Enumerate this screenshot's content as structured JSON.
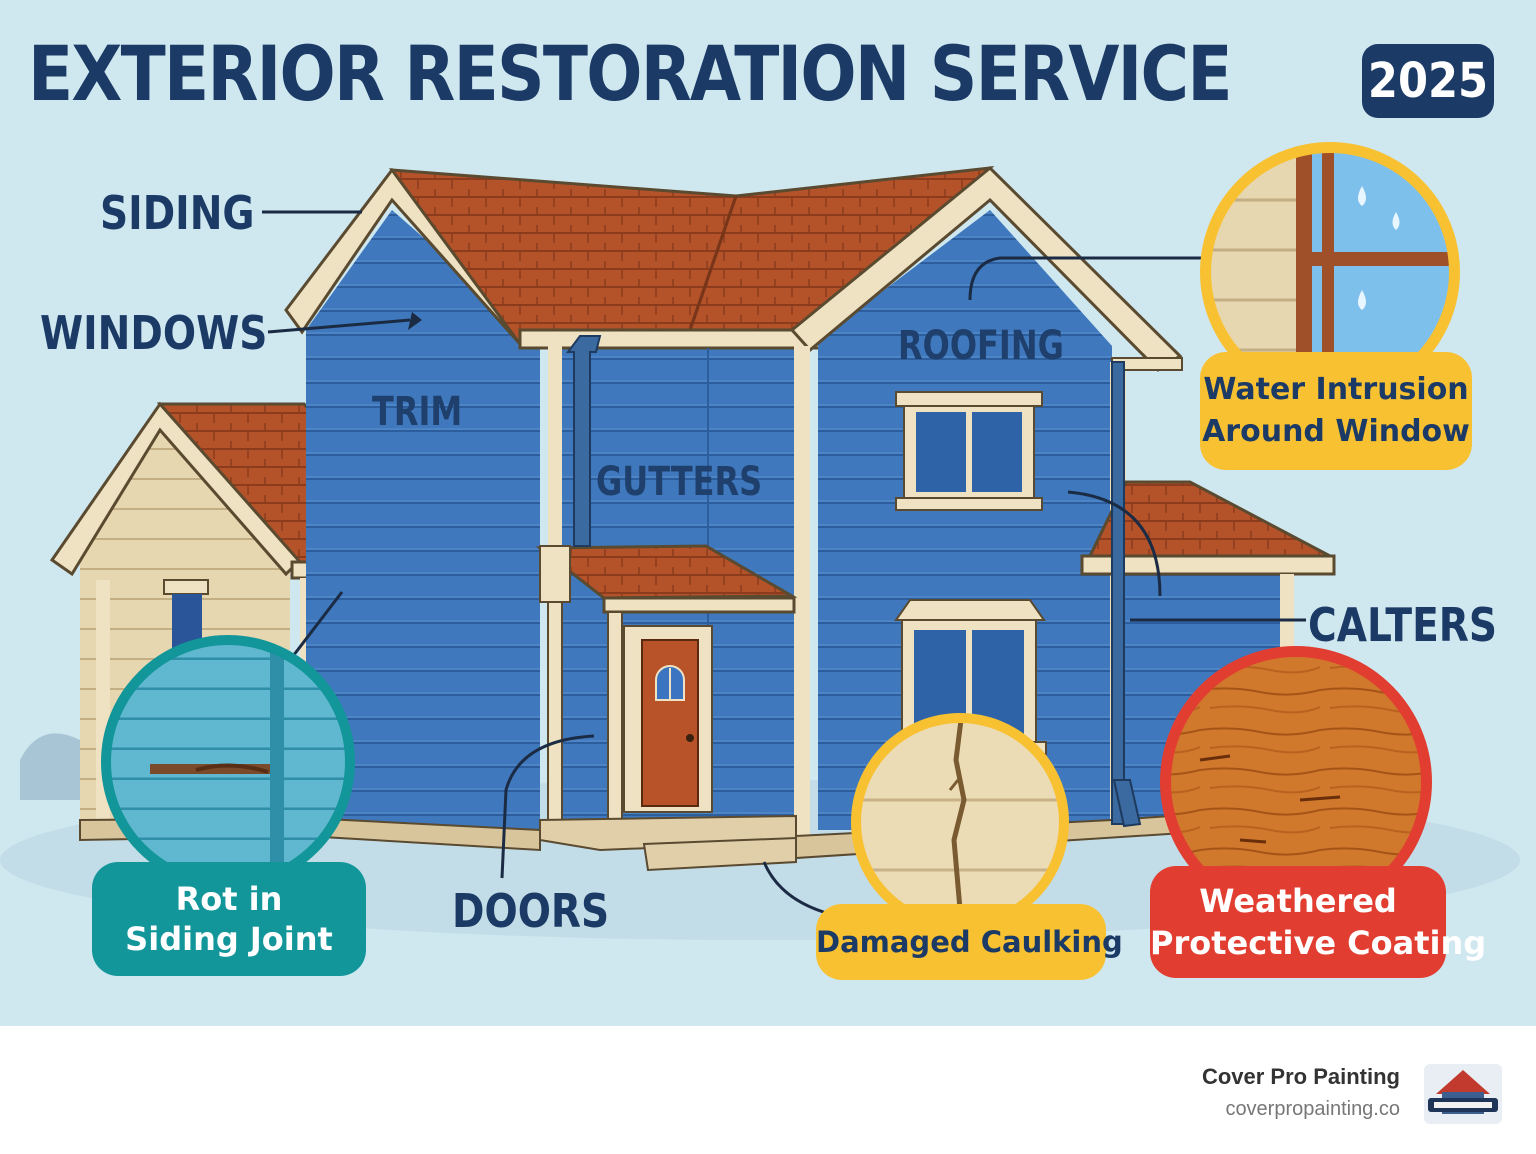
{
  "title": "EXTERIOR RESTORATION SERVICE",
  "year": "2025",
  "labels": {
    "siding": "SIDING",
    "windows": "WINDOWS",
    "trim": "TRIM",
    "gutters": "GUTTERS",
    "roofing": "ROOFING",
    "calters": "CALTERS",
    "doors": "DOORS"
  },
  "callouts": {
    "rot": [
      "Rot in",
      "Siding Joint"
    ],
    "water": [
      "Water Intrusion",
      "Around Window"
    ],
    "caulking": [
      "Damaged Caulking"
    ],
    "weathered": [
      "Weathered",
      "Protective Coating"
    ]
  },
  "footer": {
    "brand": "Cover Pro Painting",
    "url": "coverpropainting.co"
  },
  "colors": {
    "background": "#cfe7ef",
    "title": "#1b3a66",
    "siding": "#3f78bd",
    "roof": "#b4522a",
    "trim": "#efe2c2",
    "teal": "#12969a",
    "yellow": "#f8c132",
    "red": "#e13d30"
  },
  "icons": {
    "logo": "cover-pro-painting-logo"
  }
}
